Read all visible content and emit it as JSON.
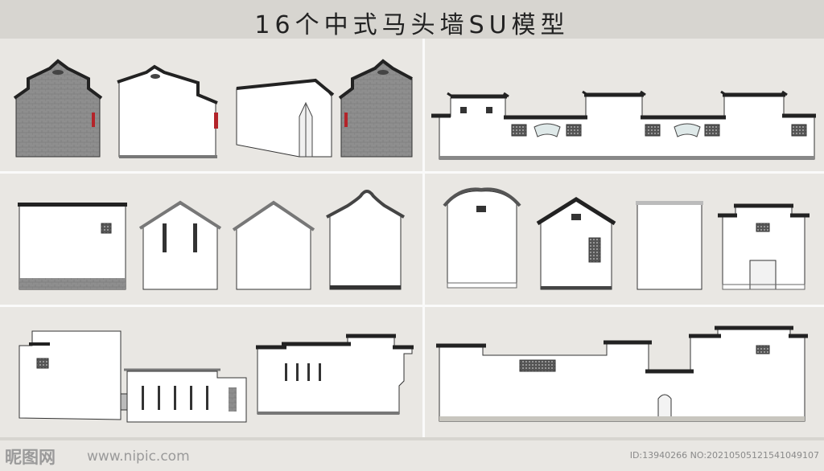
{
  "title": "16个中式马头墙SU模型",
  "watermark": {
    "logo": "昵图网",
    "site": "www.nipic.com",
    "id_text": "ID:13940266 NO:20210505121541049107"
  },
  "colors": {
    "background": "#d7d5d0",
    "panel": "#e9e7e3",
    "wall": "#ffffff",
    "roof": "#2b2b2b",
    "brick": "#8e8e8e",
    "accent": "#b3242a"
  }
}
